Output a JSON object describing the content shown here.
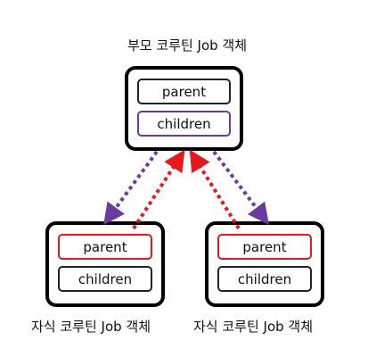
{
  "parent_job": {
    "title": "부모 코루틴 Job  객체",
    "fields": [
      "parent",
      "children"
    ]
  },
  "child_job_left": {
    "title": "자식 코루틴 Job 객체",
    "fields": [
      "parent",
      "children"
    ]
  },
  "child_job_right": {
    "title": "자식 코루틴 Job 객체",
    "fields": [
      "parent",
      "children"
    ]
  },
  "colors": {
    "parent_ref": "#e5191f",
    "children_ref": "#6a3b9e",
    "box_border": "#000000"
  }
}
